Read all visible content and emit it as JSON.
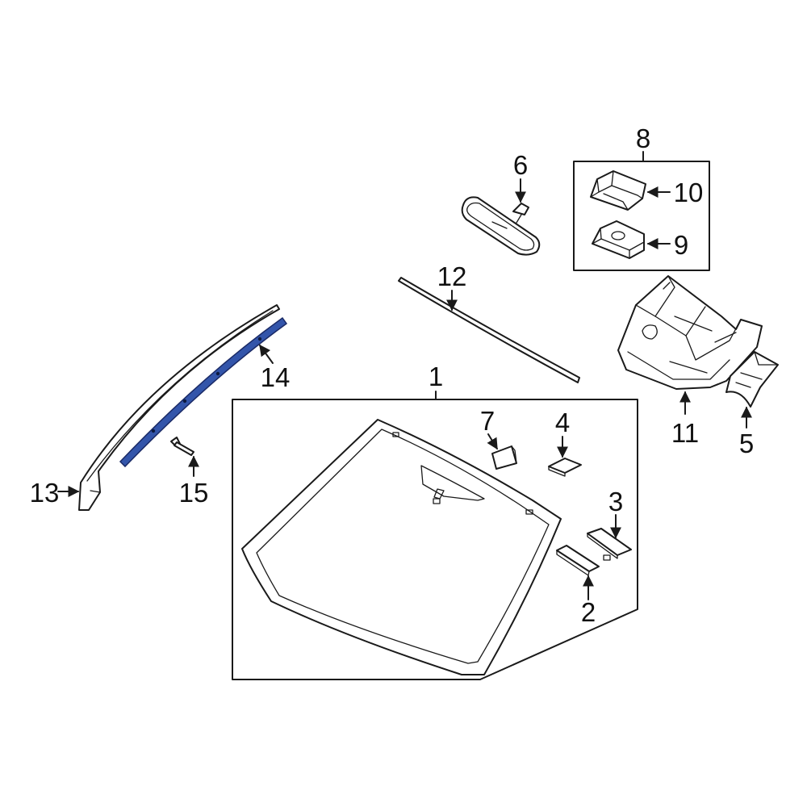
{
  "colors": {
    "highlight": "#3355aa",
    "line": "#1a1a1a",
    "background": "#ffffff"
  },
  "callouts": {
    "c1": "1",
    "c2": "2",
    "c3": "3",
    "c4": "4",
    "c5": "5",
    "c6": "6",
    "c7": "7",
    "c8": "8",
    "c9": "9",
    "c10": "10",
    "c11": "11",
    "c12": "12",
    "c13": "13",
    "c14": "14",
    "c15": "15"
  }
}
